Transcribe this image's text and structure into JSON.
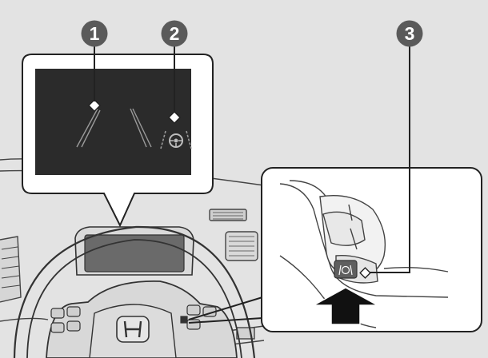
{
  "callouts": [
    {
      "label": "1"
    },
    {
      "label": "2"
    },
    {
      "label": "3"
    }
  ],
  "icons": {
    "lane_lines": "lane-lines-icon",
    "lkas_indicator": "steering-wheel-lane-icon",
    "lkas_button": "lkas-button-icon",
    "press_arrow": "up-arrow-icon",
    "brand_logo": "h-emblem-icon"
  },
  "colors": {
    "background": "#e3e3e3",
    "display": "#2b2b2b",
    "callout": "#5a5a5a",
    "line": "#222222",
    "panel": "#ffffff"
  }
}
